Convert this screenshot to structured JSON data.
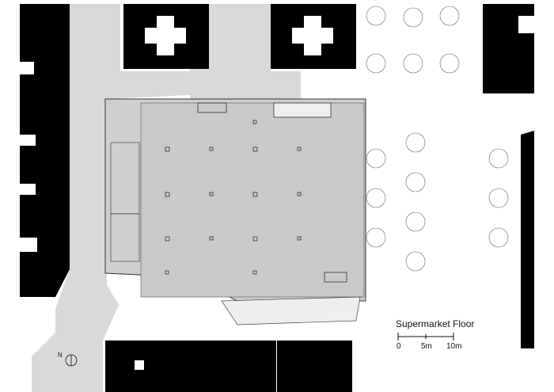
{
  "title": "Supermarket Floor",
  "scale_bar": {
    "labels": [
      "0",
      "5m",
      "10m"
    ],
    "unit": "m"
  },
  "north_arrow": {
    "label": "N"
  },
  "colors": {
    "building_fill": "#000000",
    "paving_fill": "#d9d9d9",
    "floor_fill": "#cfcfcf",
    "line_color": "#333333",
    "background": "#ffffff"
  }
}
